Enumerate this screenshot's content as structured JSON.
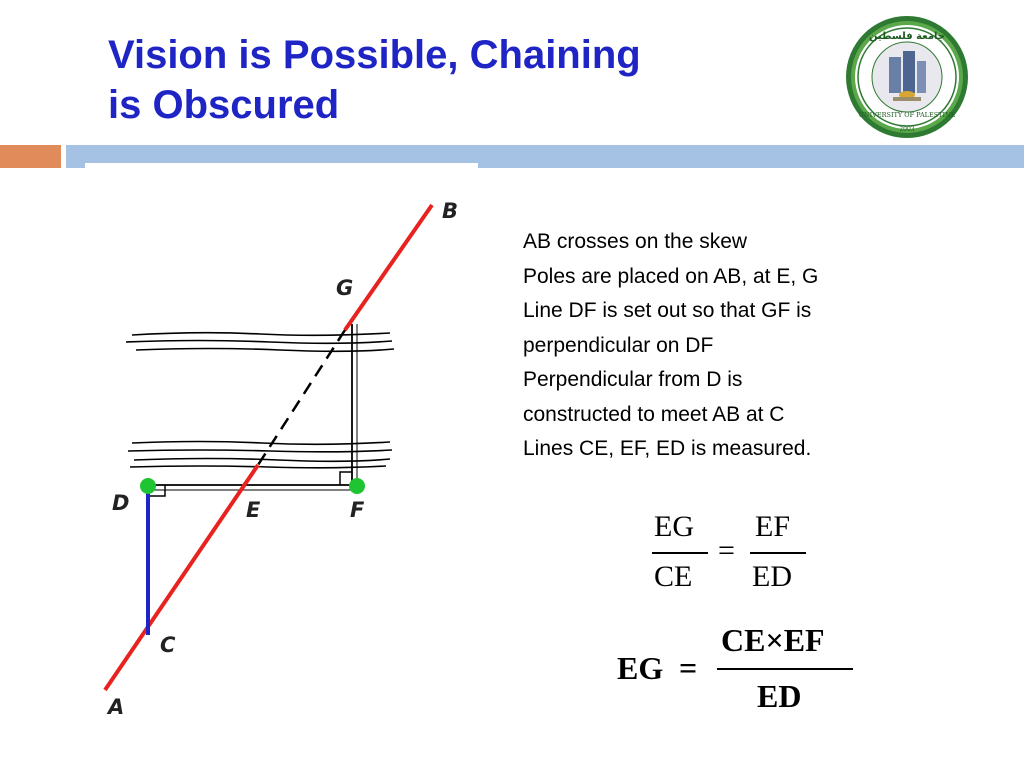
{
  "slide": {
    "title_line1": "Vision is Possible, Chaining",
    "title_line2": "is Obscured"
  },
  "logo": {
    "arabic_name": "جامعة فلسطين",
    "english_name": "UNIVERSITY OF PALESTINE",
    "year": "2003"
  },
  "diagram": {
    "points": [
      "A",
      "B",
      "C",
      "D",
      "E",
      "F",
      "G"
    ],
    "colors": {
      "line_ab": "#e8231f",
      "line_dc": "#1e24c8",
      "pole": "#1fc432"
    }
  },
  "description": {
    "lines": [
      "AB crosses on the skew",
      "Poles are placed on AB, at E, G",
      "Line DF is set out so that GF is",
      "perpendicular on DF",
      "Perpendicular from D is",
      "constructed to meet AB at C",
      "Lines CE, EF, ED is measured."
    ]
  },
  "formula1": {
    "num_left": "EG",
    "den_left": "CE",
    "equals": "=",
    "num_right": "EF",
    "den_right": "ED"
  },
  "formula2": {
    "lhs": "EG",
    "equals": "=",
    "numerator": "CE×EF",
    "denominator": "ED"
  }
}
